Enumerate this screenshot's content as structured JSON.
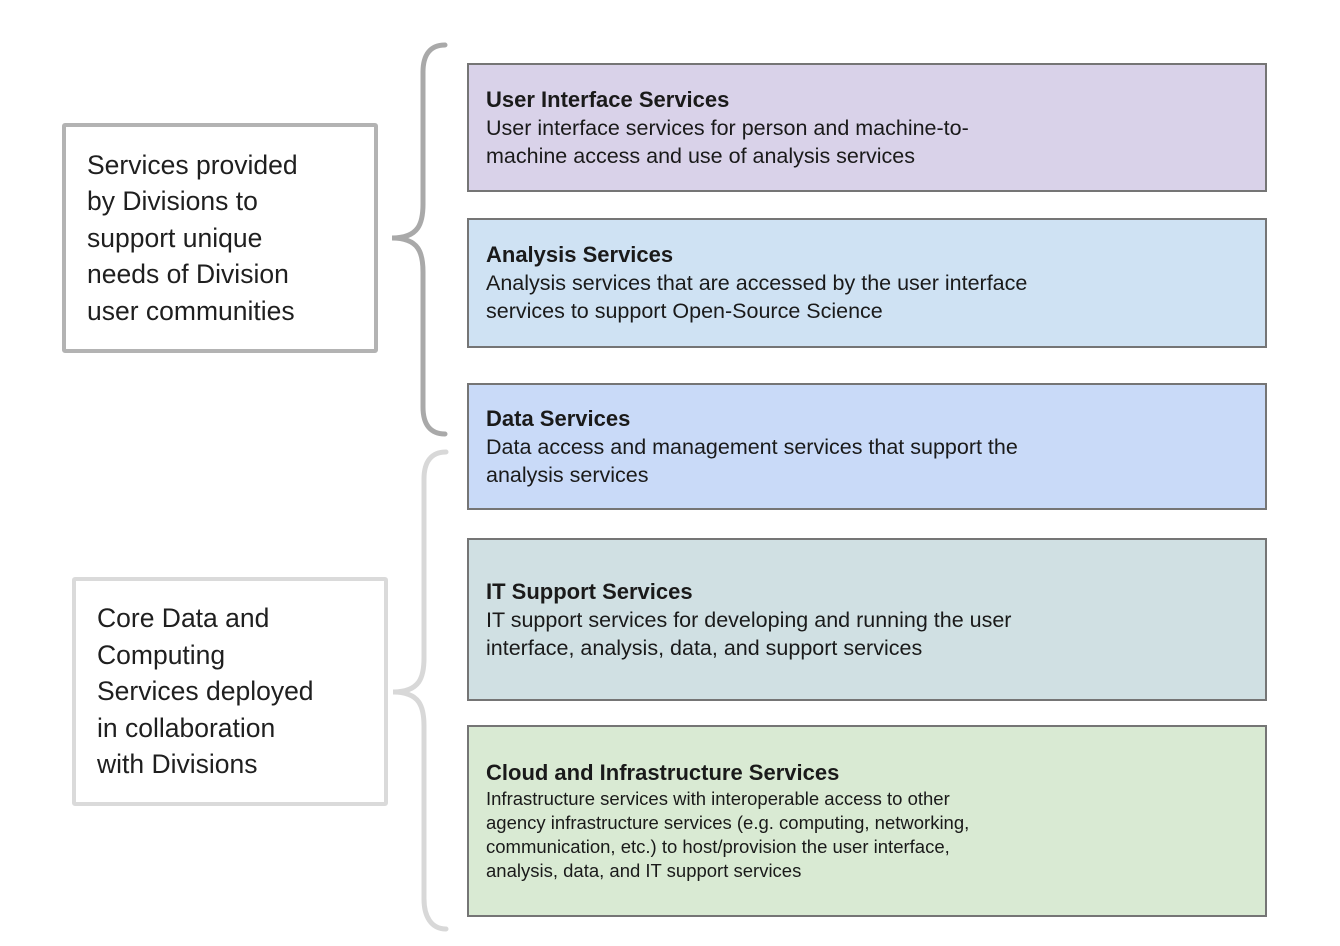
{
  "left_labels": [
    {
      "text": "Services provided\nby Divisions to\nsupport unique\nneeds of Division\nuser communities"
    },
    {
      "text": "Core Data and\nComputing\nServices deployed\nin collaboration\nwith Divisions"
    }
  ],
  "service_boxes": [
    {
      "title": "User Interface Services",
      "description": "User interface services for person and machine-to-\nmachine access and use of analysis services",
      "bg": "#d9d2e9"
    },
    {
      "title": "Analysis Services",
      "description": "Analysis services that are accessed by the user interface\nservices to support Open-Source Science",
      "bg": "#cfe2f3"
    },
    {
      "title": "Data Services",
      "description": "Data access and management services that support the\nanalysis services",
      "bg": "#c9daf8"
    },
    {
      "title": "IT Support Services",
      "description": "IT support services for developing and running the user\ninterface, analysis, data, and support services",
      "bg": "#d0e0e3"
    },
    {
      "title": "Cloud and Infrastructure Services",
      "description": "Infrastructure services with interoperable access to other\nagency infrastructure services (e.g. computing, networking,\ncommunication, etc.) to host/provision the user interface,\nanalysis, data, and IT support services",
      "bg": "#d9ead3"
    }
  ],
  "colors": {
    "box_border": "#757575",
    "label_border_top": "#b3b3b3",
    "label_border_bottom": "#dadada",
    "brace_top": "#a9a9a9",
    "brace_bottom": "#d8d8d8",
    "text": "#1a1a1a"
  }
}
